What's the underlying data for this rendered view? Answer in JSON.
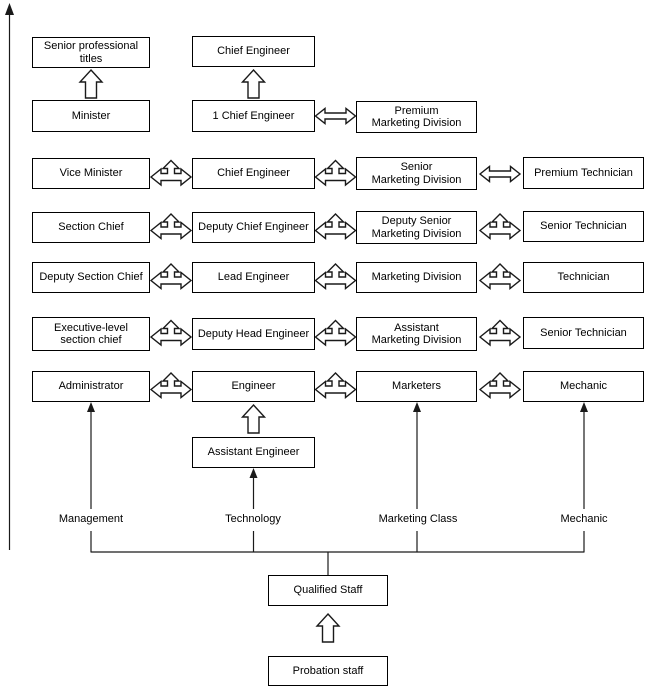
{
  "colors": {
    "background": "#ffffff",
    "line": "#1a1a1a",
    "box_border": "#000000",
    "box_fill": "#ffffff",
    "text": "#000000"
  },
  "icons": {
    "axis_up_arrow": "↑",
    "block_up_arrow": "⇧",
    "double_horizontal_arrow": "⇔",
    "three_way_left_right_up_arrow": "⇔⇧",
    "thin_up_arrow": "↑"
  },
  "boxes": {
    "senior_professional_titles": "Senior professional titles",
    "chief_engineer_top": "Chief Engineer",
    "minister": "Minister",
    "first_chief_engineer": "1 Chief Engineer",
    "premium_marketing_division": "Premium\nMarketing Division",
    "vice_minister": "Vice Minister",
    "chief_engineer": "Chief Engineer",
    "senior_marketing_division": "Senior\nMarketing Division",
    "premium_technician": "Premium Technician",
    "section_chief": "Section Chief",
    "deputy_chief_engineer": "Deputy Chief Engineer",
    "deputy_senior_marketing_division": "Deputy Senior\nMarketing Division",
    "senior_technician_upper": "Senior Technician",
    "deputy_section_chief": "Deputy Section Chief",
    "lead_engineer": "Lead Engineer",
    "marketing_division": "Marketing Division",
    "technician": "Technician",
    "executive_level_section_chief": "Executive-level\nsection chief",
    "deputy_head_engineer": "Deputy Head Engineer",
    "assistant_marketing_division": "Assistant\nMarketing Division",
    "senior_technician_lower": "Senior Technician",
    "administrator": "Administrator",
    "engineer": "Engineer",
    "marketers": "Marketers",
    "mechanic": "Mechanic",
    "assistant_engineer": "Assistant Engineer",
    "qualified_staff": "Qualified Staff",
    "probation_staff": "Probation staff"
  },
  "categories": {
    "management": "Management",
    "technology": "Technology",
    "marketing_class": "Marketing Class",
    "mechanic": "Mechanic"
  }
}
